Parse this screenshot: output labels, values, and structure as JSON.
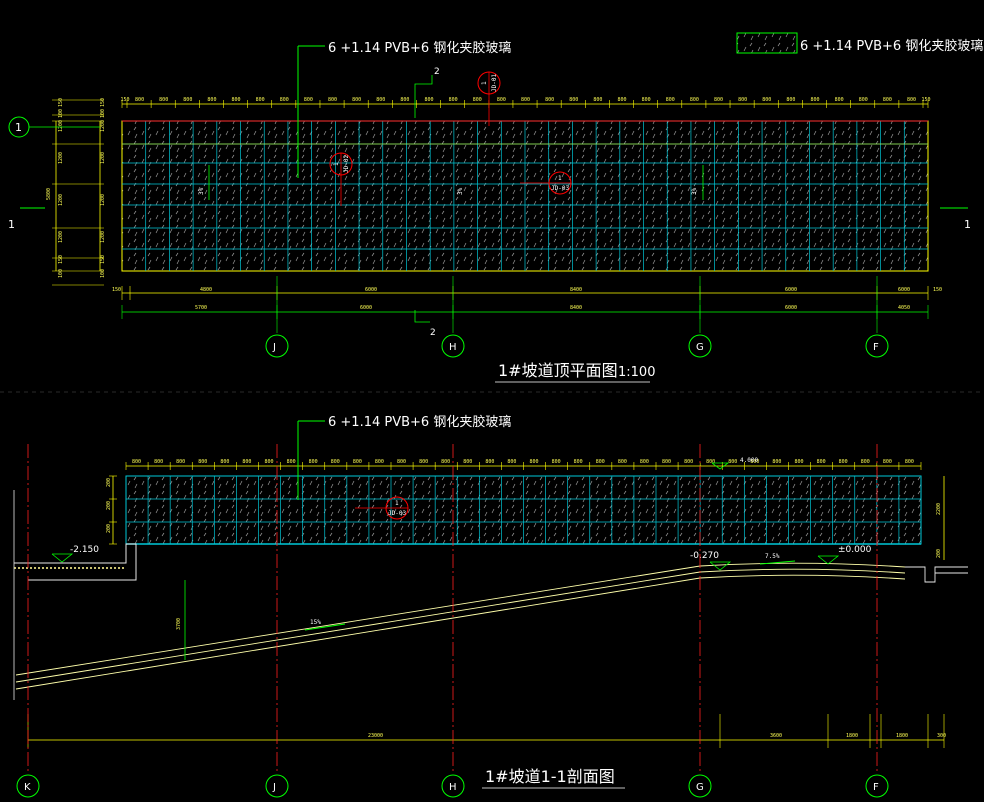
{
  "plan": {
    "annotation": "6 +1.14 PVB+6 钢化夹胶玻璃",
    "legend_label": "6 +1.14 PVB+6 钢化夹胶玻璃",
    "title_main": "1#坡道顶平面图",
    "title_scale": "1:100",
    "grid_axes": [
      "J",
      "H",
      "G",
      "F"
    ],
    "section_marks": [
      "1",
      "1"
    ],
    "leader_number": "2",
    "leader_number_bottom": "2",
    "axis_number_left": "1",
    "slope_labels": [
      "3%",
      "3%",
      "3%"
    ],
    "detail_tags": [
      {
        "top": "1",
        "bottom": "JD-01"
      },
      {
        "top": "1",
        "bottom": "JD-02"
      },
      {
        "top": "1",
        "bottom": "JD-03"
      }
    ],
    "dims_bottom_row1": [
      "150",
      "4800",
      "6000",
      "8400",
      "6000",
      "6000",
      "150"
    ],
    "dims_bottom_row2": [
      "5700",
      "6000",
      "8400",
      "6000",
      "4050"
    ],
    "dims_top": [
      "150",
      "800",
      "800",
      "800",
      "800",
      "800",
      "800",
      "800",
      "800",
      "800",
      "800",
      "800",
      "800",
      "800",
      "800",
      "800",
      "800",
      "800",
      "800",
      "800",
      "800",
      "800",
      "800",
      "800",
      "800",
      "800",
      "800",
      "800",
      "800",
      "800",
      "800",
      "800",
      "800",
      "800",
      "150"
    ],
    "dims_left": [
      "150",
      "100",
      "1200",
      "1200",
      "1200",
      "1200",
      "150",
      "100"
    ],
    "dims_left_total": "5800"
  },
  "section": {
    "annotation": "6 +1.14 PVB+6 钢化夹胶玻璃",
    "title": "1#坡道1-1剖面图",
    "grid_axes": [
      "K",
      "J",
      "H",
      "G",
      "F"
    ],
    "elev_left": "-2.150",
    "elev_mid": "-0.270",
    "elev_right": "±0.000",
    "elev_top": "4.000",
    "slope_main": "15%",
    "slope_top": "7.5%",
    "height_label": "3700",
    "glass_height": "2200",
    "detail_tag": {
      "top": "1",
      "bottom": "JD-03"
    },
    "dims_bottom": [
      "23000",
      "3600",
      "1800",
      "1800",
      "300"
    ],
    "dims_right": [
      "200"
    ]
  },
  "colors": {
    "background": "#000000",
    "glass_grid": "#00c8d8",
    "dimension": "#ffff00",
    "axis": "#ff2020",
    "leader": "#00ff00",
    "text": "#ffffff",
    "detail_tag": "#ff0000"
  }
}
